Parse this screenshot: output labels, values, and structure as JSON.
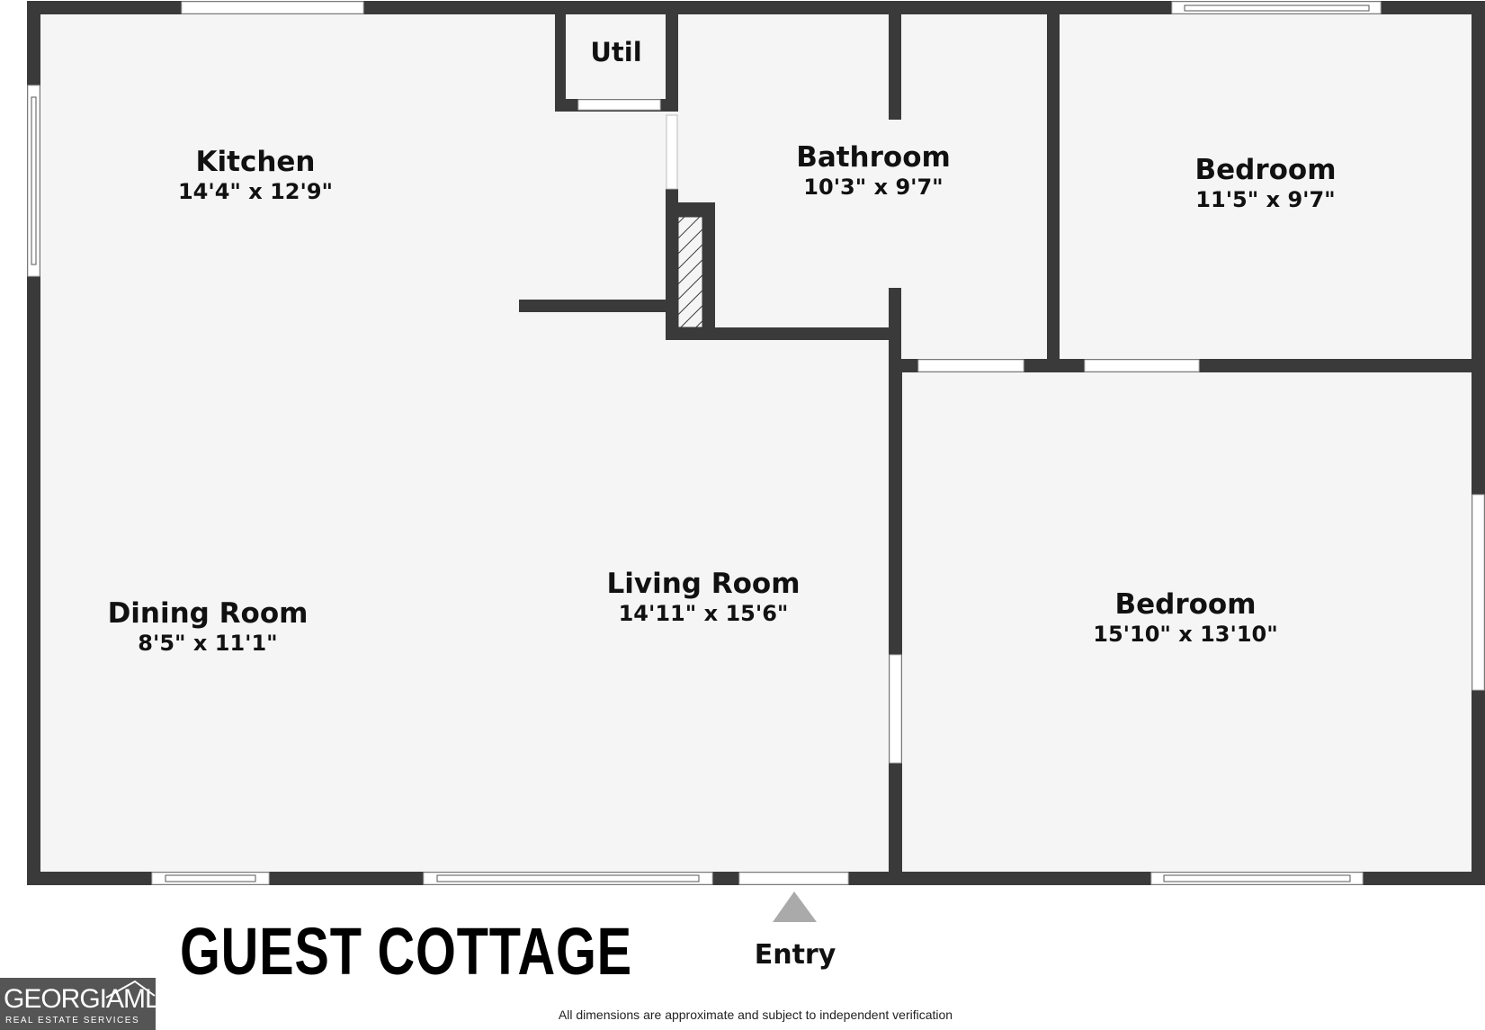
{
  "plan": {
    "title": "GUEST COTTAGE",
    "entry_label": "Entry",
    "disclaimer": "All dimensions are approximate and subject to independent verification",
    "rooms": {
      "kitchen": {
        "name": "Kitchen",
        "dims": "14'4\" x 12'9\""
      },
      "util": {
        "name": "Util"
      },
      "bathroom": {
        "name": "Bathroom",
        "dims": "10'3\" x 9'7\""
      },
      "bedroom_top": {
        "name": "Bedroom",
        "dims": "11'5\" x 9'7\""
      },
      "dining_room": {
        "name": "Dining Room",
        "dims": "8'5\" x 11'1\""
      },
      "living_room": {
        "name": "Living Room",
        "dims": "14'11\" x 15'6\""
      },
      "bedroom_bottom": {
        "name": "Bedroom",
        "dims": "15'10\" x 13'10\""
      }
    }
  },
  "logo": {
    "text": "GEORGIAMLS",
    "subtitle": "REAL ESTATE SERVICES"
  },
  "colors": {
    "wall": "#3a3a3a",
    "floor": "#f5f5f5",
    "entry_marker": "#aaaaaa",
    "logo_bg": "#555555"
  }
}
